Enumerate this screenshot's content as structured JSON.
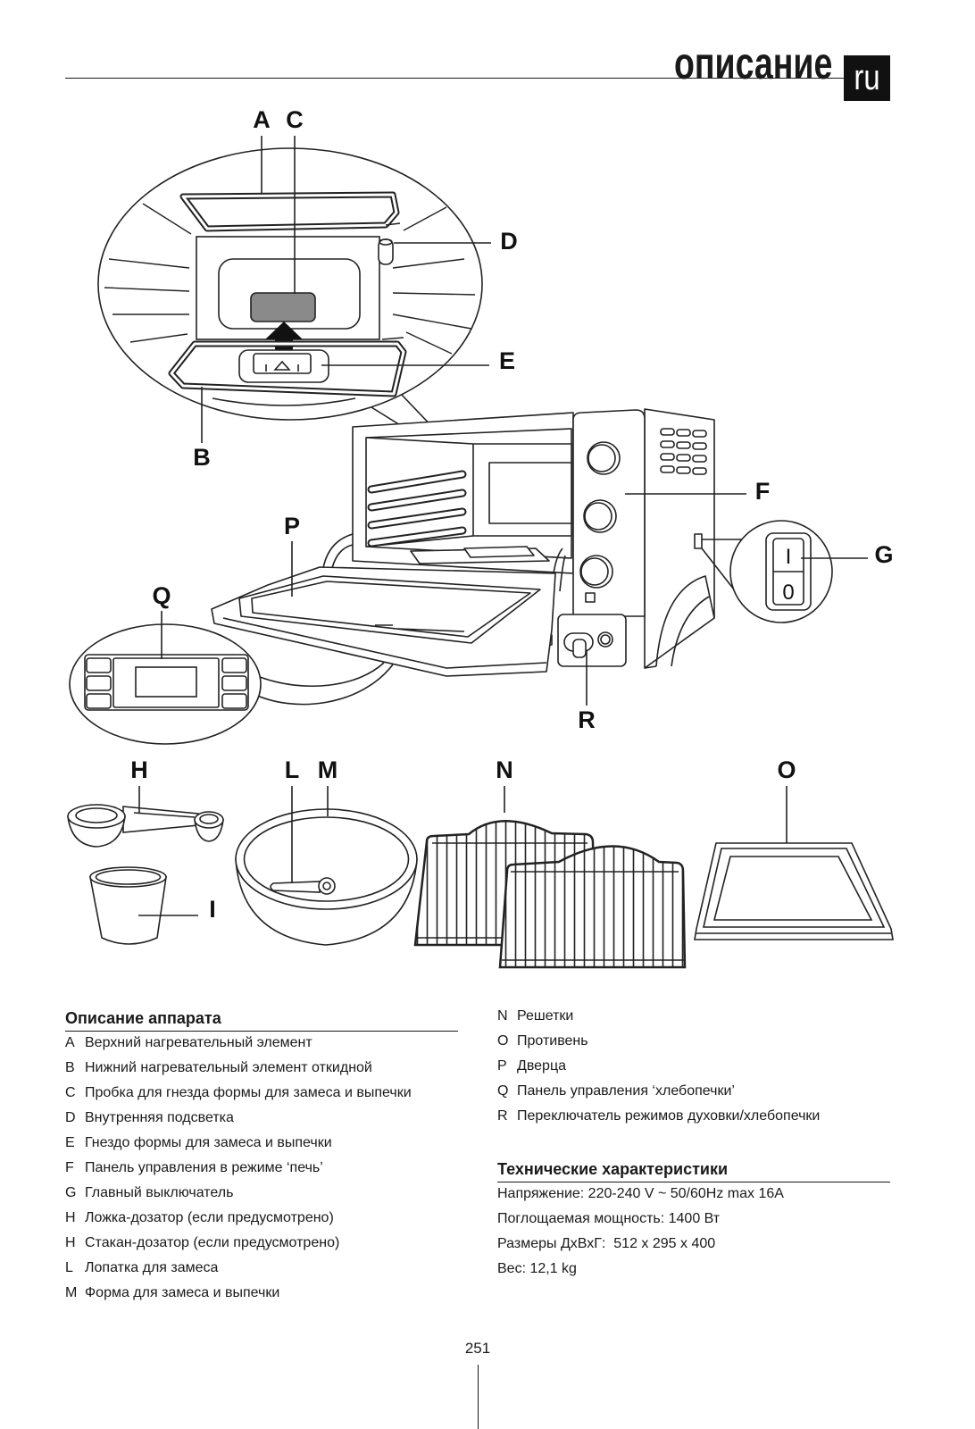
{
  "header": {
    "title": "описание",
    "lang": "ru"
  },
  "diagram": {
    "labels": {
      "a": "A",
      "c": "C",
      "d": "D",
      "e": "E",
      "b": "B",
      "p": "P",
      "f": "F",
      "g": "G",
      "q": "Q",
      "r": "R",
      "h": "H",
      "l": "L",
      "m": "M",
      "n": "N",
      "o": "O",
      "i": "I"
    },
    "switch": {
      "on": "I",
      "off": "0"
    }
  },
  "description": {
    "title": "Описание аппарата",
    "items": [
      {
        "key": "A",
        "text": "Верхний нагревательный элемент"
      },
      {
        "key": "B",
        "text": "Нижний нагревательный элемент откидной"
      },
      {
        "key": "C",
        "text": "Пробка для гнезда формы для замеса и выпечки"
      },
      {
        "key": "D",
        "text": "Внутренняя подсветка"
      },
      {
        "key": "E",
        "text": "Гнездо формы для замеса и выпечки"
      },
      {
        "key": "F",
        "text": "Панель управления в режиме ‘печь’"
      },
      {
        "key": "G",
        "text": "Главный выключатель"
      },
      {
        "key": "H",
        "text": "Ложка-дозатор (если предусмотрено)"
      },
      {
        "key": "H",
        "text": "Стакан-дозатор (если предусмотрено)"
      },
      {
        "key": "L",
        "text": "Лопатка для замеса"
      },
      {
        "key": "M",
        "text": "Форма для замеса и выпечки"
      }
    ],
    "items_continued": [
      {
        "key": "N",
        "text": "Решетки"
      },
      {
        "key": "O",
        "text": "Противень"
      },
      {
        "key": "P",
        "text": "Дверца"
      },
      {
        "key": "Q",
        "text": "Панель управления ‘хлебопечки’"
      },
      {
        "key": "R",
        "text": "Переключатель режимов духовки/хлебопечки"
      }
    ]
  },
  "specs": {
    "title": "Технические характеристики",
    "lines": [
      "Напряжение: 220-240 V ~ 50/60Hz max 16A",
      "Поглощаемая мощность: 1400 Вт",
      "Размеры ДхВхГ:  512 x 295 x 400",
      "Вес: 12,1 kg"
    ]
  },
  "page_number": "251"
}
